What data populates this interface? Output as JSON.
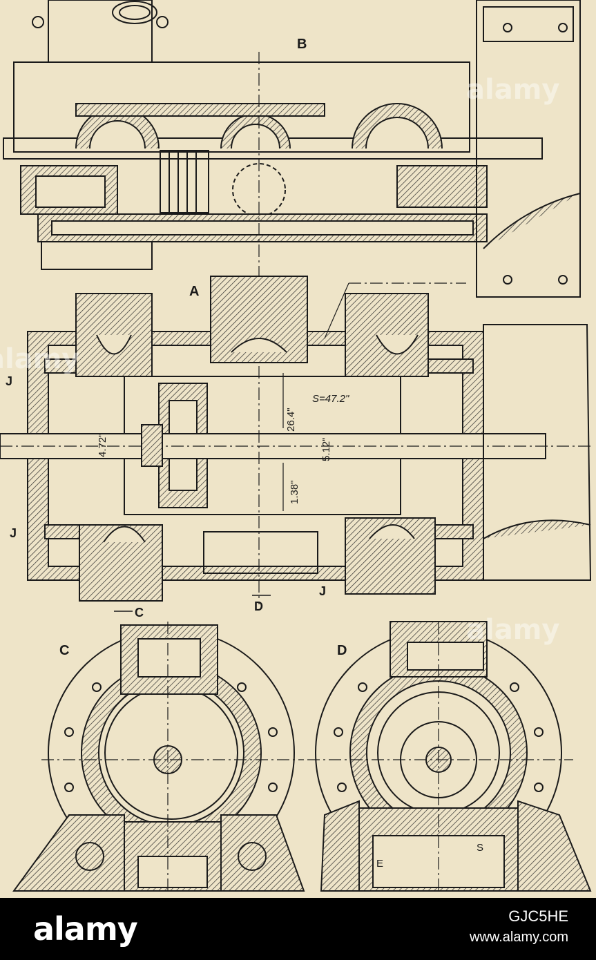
{
  "drawing": {
    "labels": {
      "top_view": "B",
      "section_a": "A",
      "section_c_arrow": "C",
      "section_d_arrow": "D",
      "end_c": "C",
      "end_d": "D",
      "j_left_upper": "J",
      "j_left_lower": "J",
      "j_bottom": "J",
      "mark_e": "E",
      "mark_s": "S"
    },
    "dimensions": {
      "stroke": "S=47.2\"",
      "d_26_4": "26.4\"",
      "d_4_72": "4.72\"",
      "d_5_12": "5.12\"",
      "d_1_38": "1.38\""
    }
  },
  "watermark": {
    "text": "alamy"
  },
  "footer": {
    "brand": "alamy",
    "image_code": "GJC5HE",
    "url": "www.alamy.com"
  },
  "colors": {
    "paper": "#eee4c8",
    "ink": "#1a1a1a",
    "footer": "#000000"
  }
}
